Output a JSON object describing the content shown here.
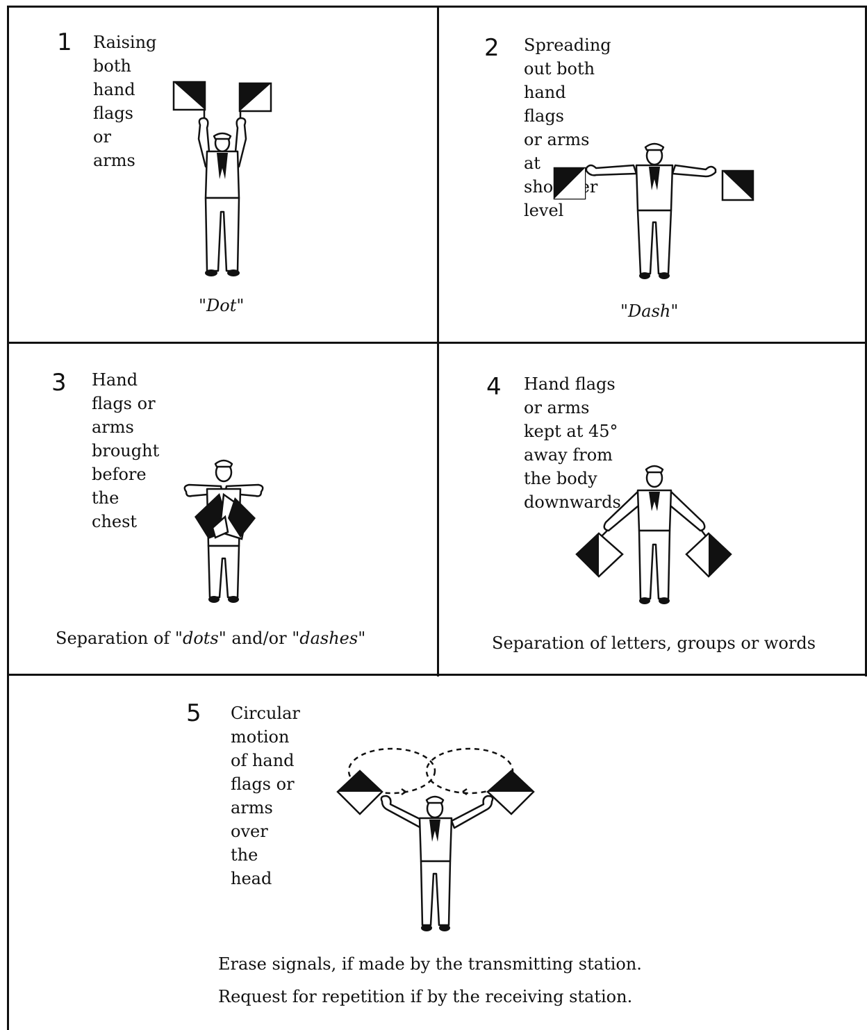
{
  "panels": [
    {
      "number": "1",
      "description": "Raising both hand flags or arms",
      "caption": "\"Dot\""
    },
    {
      "number": "2",
      "description": "Spreading out both hand flags\nor arms at shoulder level",
      "caption": "\"Dash\""
    },
    {
      "number": "3",
      "description": "Hand flags or arms brought\nbefore the chest",
      "caption_parts": [
        "Separation of ",
        "\"dots\"",
        " and/or ",
        "\"dashes\""
      ]
    },
    {
      "number": "4",
      "description": "Hand flags or arms kept at 45°\naway from the body downwards",
      "caption": "Separation of letters, groups or words"
    },
    {
      "number": "5",
      "description": "Circular motion of hand flags or arms over the head",
      "caption_lines": [
        "Erase signals, if made by the transmitting station.",
        "Request for repetition if by the receiving station."
      ]
    }
  ],
  "icons": [
    "sailor-dot-figure",
    "sailor-dash-figure",
    "sailor-chest-figure",
    "sailor-45-figure",
    "sailor-circular-figure"
  ]
}
